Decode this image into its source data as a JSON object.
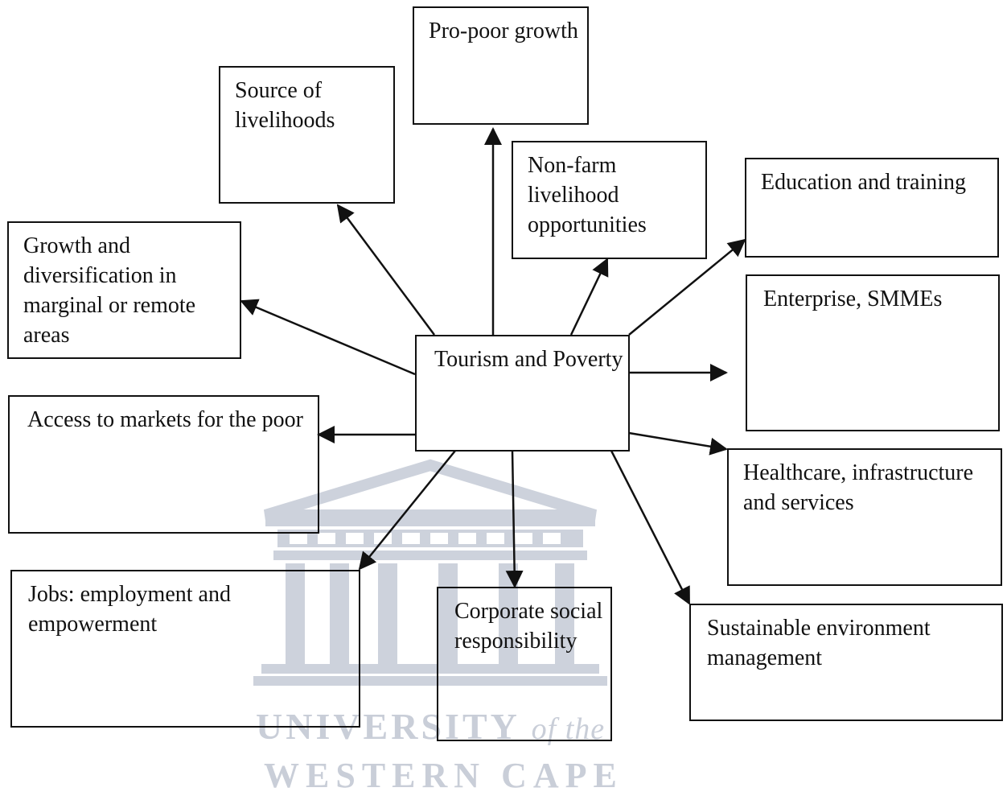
{
  "center": "Tourism and Poverty",
  "nodes": {
    "pro_poor_growth": "Pro-poor growth",
    "source_of_livelihoods": "Source of livelihoods",
    "non_farm": "Non-farm livelihood opportunities",
    "education": "Education and training",
    "growth_diversification": "Growth and diversification in marginal or remote areas",
    "enterprise": "Enterprise, SMMEs",
    "access_markets": "Access to markets for the poor",
    "healthcare": "Healthcare, infrastructure and services",
    "jobs": "Jobs: employment and empowerment",
    "csr": "Corporate social responsibility",
    "sustainable": "Sustainable environment management"
  },
  "watermark": {
    "line1_main": "UNIVERSITY",
    "line1_italic": "of the",
    "line2": "WESTERN CAPE"
  }
}
